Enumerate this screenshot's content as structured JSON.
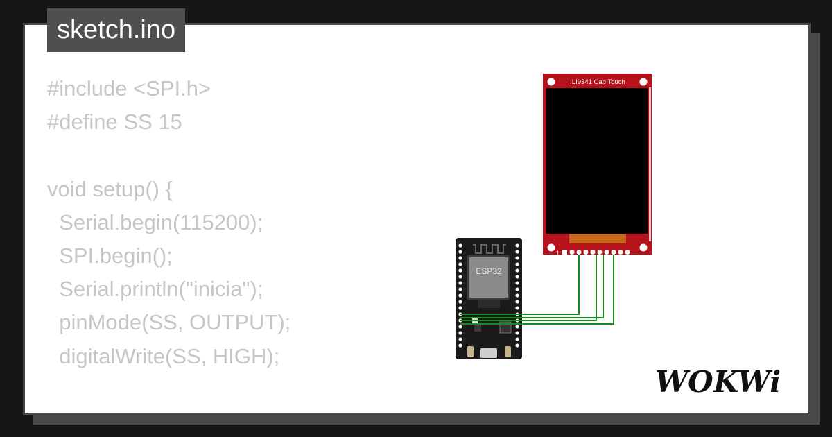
{
  "file_tab": {
    "label": "sketch.ino"
  },
  "code_lines": [
    "#include <SPI.h>",
    "#define SS 15",
    "",
    "void setup() {",
    "  Serial.begin(115200);",
    "  SPI.begin();",
    "  Serial.println(\"inicia\");",
    "  pinMode(SS, OUTPUT);",
    "  digitalWrite(SS, HIGH);",
    "",
    "}"
  ],
  "display": {
    "label": "ILI9341 Cap Touch",
    "pin1_label": "1"
  },
  "board": {
    "label": "ESP32"
  },
  "brand": {
    "logo": "WOKWi"
  },
  "colors": {
    "page_background": "#161616",
    "card_border": "#4a4a4a",
    "code_text": "#c6c6c6",
    "display_pcb": "#b5121b",
    "wire": "#1a8a1a",
    "board": "#1a1a1a"
  }
}
